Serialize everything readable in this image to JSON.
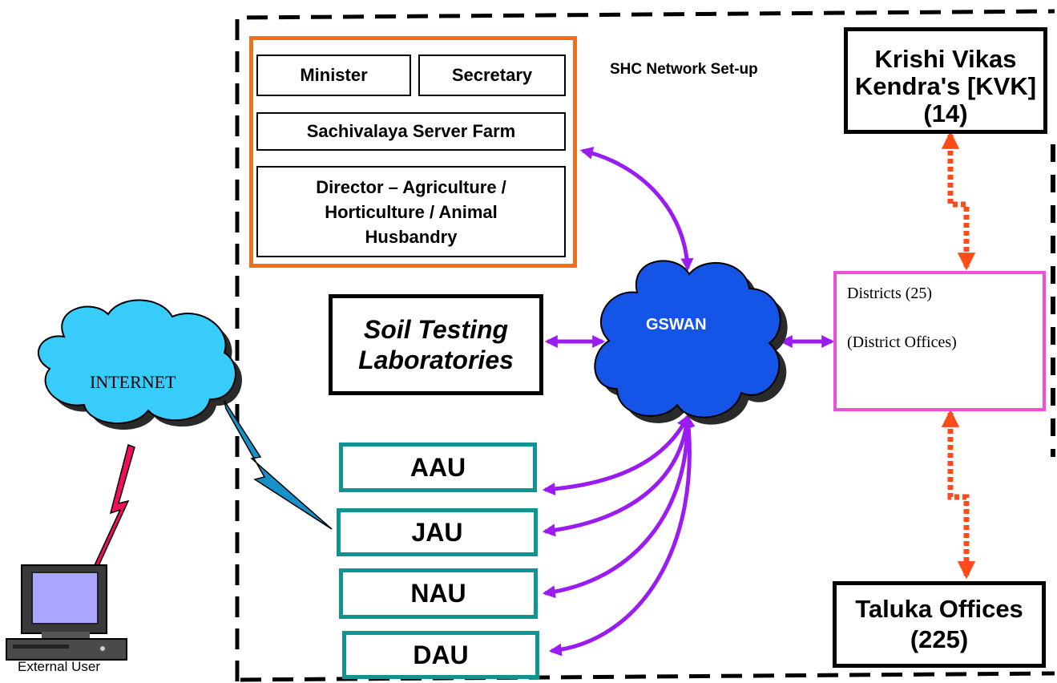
{
  "title": "SHC Network Set-up",
  "ministry": {
    "minister": "Minister",
    "secretary": "Secretary",
    "server_farm": "Sachivalaya Server Farm",
    "director": "Director – Agriculture / Horticulture / Animal Husbandry"
  },
  "hub": "GSWAN",
  "soil_labs": "Soil Testing Laboratories",
  "universities": [
    "AAU",
    "JAU",
    "NAU",
    "DAU"
  ],
  "kvk": "Krishi Vikas Kendra's [KVK] (14)",
  "districts": {
    "line1": "Districts (25)",
    "line2": "(District Offices)"
  },
  "taluka": "Taluka Offices (225)",
  "internet": "INTERNET",
  "external_user": "External User",
  "colors": {
    "arrow_purple": "#9b1cf2",
    "arrow_red": "#ff4a1a",
    "cloud_blue": "#1454e6",
    "cloud_cyan": "#38ccfa",
    "orange_border": "#f07018",
    "pink_border": "#f050d8",
    "teal_border": "#0f9494",
    "lightning_pink": "#f0105a",
    "lightning_blue": "#1890c8"
  },
  "icons": [
    "cloud-icon",
    "computer-icon",
    "lightning-icon"
  ]
}
